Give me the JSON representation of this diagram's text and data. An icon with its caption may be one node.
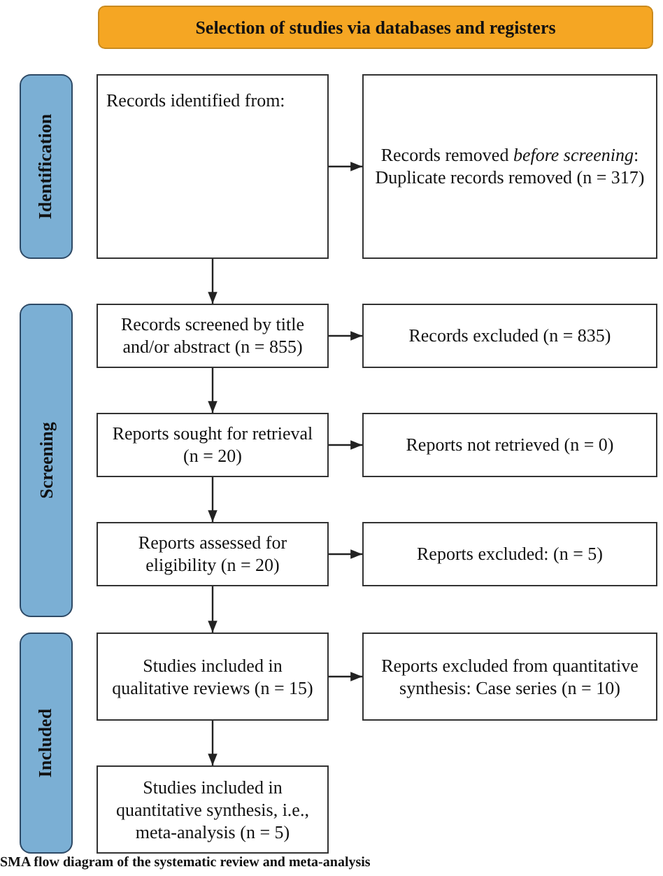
{
  "diagram": {
    "caption": "SMA flow diagram of the systematic review and meta-analysis",
    "nodes": [
      {
        "text": [
          "Selection of studies via databases and registers"
        ]
      },
      {
        "text": [
          "Identification"
        ]
      },
      {
        "text": [
          "Records identified from:"
        ]
      },
      {
        "text": [
          "Records removed *before screening*: Duplicate records removed (n = 317)"
        ]
      },
      {
        "text": [
          "Screening"
        ]
      },
      {
        "text": [
          "Records screened by title and/or abstract (n = 855)"
        ]
      },
      {
        "text": [
          "Records excluded (n = 835)"
        ]
      },
      {
        "text": [
          "Reports sought for retrieval (n = 20)"
        ]
      },
      {
        "text": [
          "Reports not retrieved (n = 0)"
        ]
      },
      {
        "text": [
          "Reports assessed for eligibility (n = 20)"
        ]
      },
      {
        "text": [
          "Reports excluded: (n = 5)"
        ]
      },
      {
        "text": [
          "Included"
        ]
      },
      {
        "text": [
          "Studies included in qualitative reviews (n = 15)"
        ]
      },
      {
        "text": [
          "Reports excluded from quantitative synthesis: Case series (n = 10)"
        ]
      },
      {
        "text": [
          "Studies included in quantitative synthesis, i.e., meta-analysis (n = 5)"
        ]
      }
    ],
    "edges": [
      {
        "from": 2,
        "to": 3,
        "arrow": "to"
      },
      {
        "from": 2,
        "to": 5,
        "arrow": "to"
      },
      {
        "from": 5,
        "to": 6,
        "arrow": "to"
      },
      {
        "from": 5,
        "to": 7,
        "arrow": "to"
      },
      {
        "from": 7,
        "to": 8,
        "arrow": "to"
      },
      {
        "from": 7,
        "to": 9,
        "arrow": "to"
      },
      {
        "from": 9,
        "to": 10,
        "arrow": "to"
      },
      {
        "from": 9,
        "to": 12,
        "arrow": "to"
      },
      {
        "from": 12,
        "to": 13,
        "arrow": "to"
      },
      {
        "from": 12,
        "to": 14,
        "arrow": "to"
      }
    ]
  }
}
